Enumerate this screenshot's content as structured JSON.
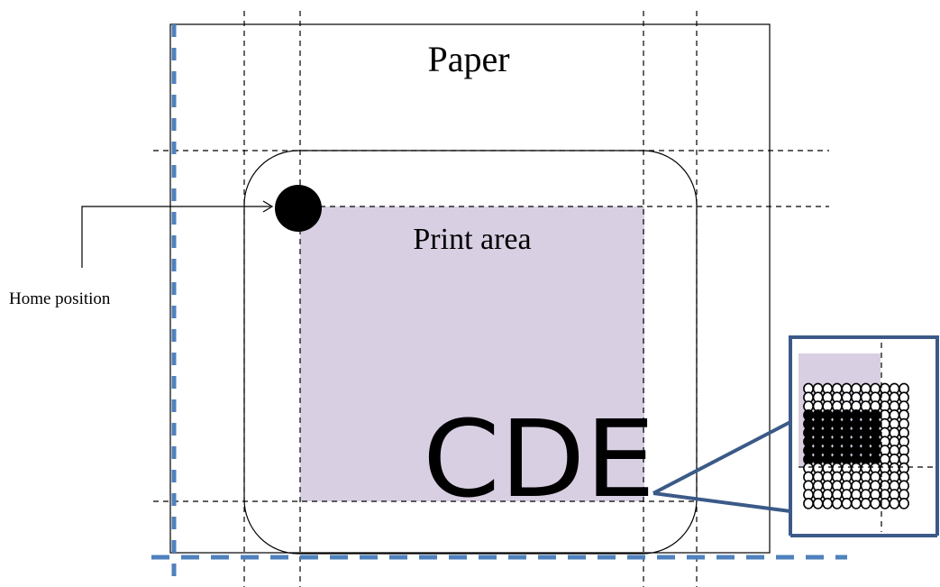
{
  "labels": {
    "paper": "Paper",
    "print_area": "Print area",
    "home_position": "Home position",
    "sample_text": "CDE"
  },
  "colors": {
    "print_area_fill": "#d8cfe3",
    "paper_edge_dashed": "#4f81bd",
    "zoom_frame": "#3b5a88",
    "lines": "#000000"
  }
}
